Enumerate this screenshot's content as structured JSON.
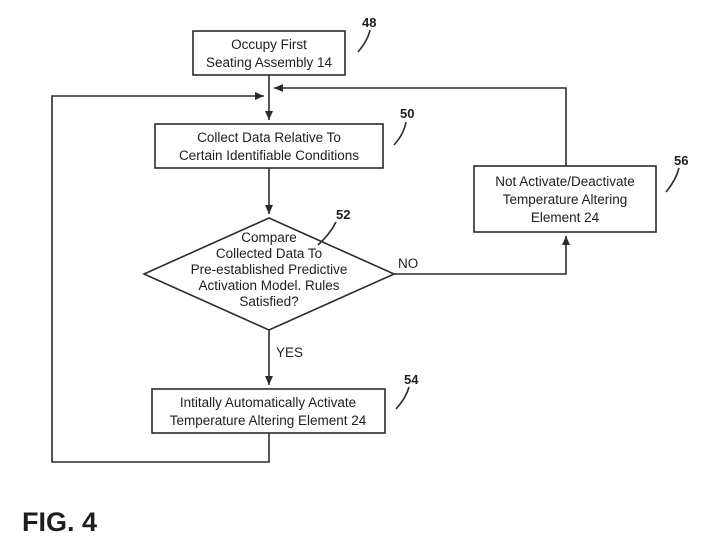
{
  "nodes": {
    "occupy": {
      "lines": [
        "Occupy First",
        "Seating Assembly 14"
      ],
      "ref": "48"
    },
    "collect": {
      "lines": [
        "Collect Data Relative To",
        "Certain Identifiable Conditions"
      ],
      "ref": "50"
    },
    "compare": {
      "lines": [
        "Compare",
        "Collected Data To",
        "Pre-established Predictive",
        "Activation Model. Rules",
        "Satisfied?"
      ],
      "ref": "52"
    },
    "activate": {
      "lines": [
        "Intitally Automatically Activate",
        "Temperature Altering Element 24"
      ],
      "ref": "54"
    },
    "deactivate": {
      "lines": [
        "Not Activate/Deactivate",
        "Temperature Altering",
        "Element 24"
      ],
      "ref": "56"
    }
  },
  "edges": {
    "no_label": "NO",
    "yes_label": "YES"
  },
  "figure_label": "FIG. 4"
}
